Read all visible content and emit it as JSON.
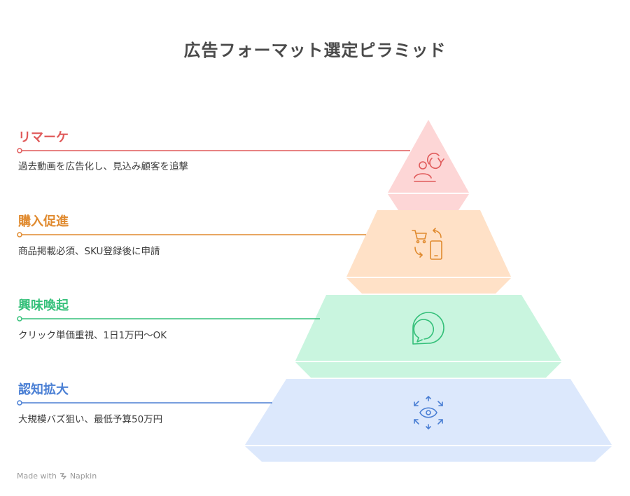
{
  "title": "広告フォーマット選定ピラミッド",
  "levels": [
    {
      "label": "リマーケ",
      "description": "過去動画を広告化し、見込み顧客を追撃",
      "color": "#e05a5a",
      "fill": "#fdd6d6",
      "icon": "retargeting-user-icon"
    },
    {
      "label": "購入促進",
      "description": "商品掲載必須、SKU登録後に申請",
      "color": "#e08a2e",
      "fill": "#ffe1c7",
      "icon": "cart-mobile-icon"
    },
    {
      "label": "興味喚起",
      "description": "クリック単価重視、1日1万円〜OK",
      "color": "#35c07a",
      "fill": "#c9f5df",
      "icon": "chat-bubble-icon"
    },
    {
      "label": "認知拡大",
      "description": "大規模バズ狙い、最低予算50万円",
      "color": "#4a7fd4",
      "fill": "#dce8fc",
      "icon": "eye-focus-icon"
    }
  ],
  "footer": {
    "made_with": "Made with",
    "brand": "Napkin"
  }
}
